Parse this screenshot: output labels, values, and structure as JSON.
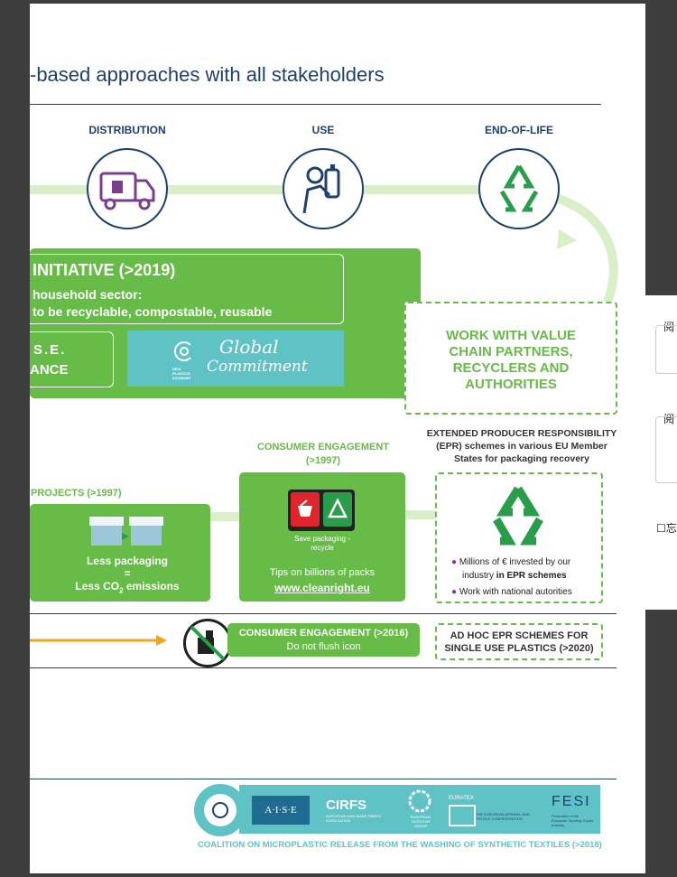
{
  "headline": "-based approaches with all stakeholders",
  "stages": {
    "distribution": "DISTRIBUTION",
    "use": "USE",
    "end_of_life": "END-OF-LIFE"
  },
  "initiative": {
    "title": "INITIATIVE (>2019)",
    "line1": "household sector:",
    "line2": "to be recyclable, compostable, reusable",
    "aise_line1": "S.E.",
    "aise_line2": "ANCE",
    "global_logo_small": "NEW PLASTICS ECONOMY",
    "global_line1": "Global",
    "global_line2": "Commitment"
  },
  "value_chain": [
    "WORK WITH VALUE",
    "CHAIN PARTNERS,",
    "RECYCLERS AND",
    "AUTHORITIES"
  ],
  "epr": {
    "title_lines": [
      "EXTENDED PRODUCER RESPONSIBILITY",
      "(EPR) schemes in various EU Member",
      "States for packaging recovery"
    ],
    "bullet1a": "Millions of € invested by our",
    "bullet1b_plain": "industry ",
    "bullet1b_bold": "in EPR schemes",
    "bullet2": "Work with national autorities"
  },
  "consumer1": {
    "title1": "CONSUMER ENGAGEMENT",
    "title2": "(>1997)",
    "icon_caption1": "Save packaging -",
    "icon_caption2": "recycle",
    "tips": "Tips on billions of packs",
    "link": "www.cleanright.eu"
  },
  "projects": {
    "title": "PROJECTS (>1997)",
    "less1": "Less packaging",
    "eq": "=",
    "less2_pre": "Less CO",
    "less2_sub": "2",
    "less2_post": " emissions"
  },
  "consumer2": {
    "title": "CONSUMER ENGAGEMENT (>2016)",
    "sub": "Do not flush icon"
  },
  "adhoc": [
    "AD HOC EPR SCHEMES FOR",
    "SINGLE USE PLASTICS (>2020)"
  ],
  "logos": {
    "aise": "A·I·S·E",
    "cirfs": "CIRFS",
    "cirfs_sub": "EUROPEAN MAN-MADE FIBRES ASSOCIATION",
    "eog": "EUROPEAN OUTDOOR GROUP",
    "euratex": "EURATEX",
    "euratex_sub": "THE EUROPEAN APPAREL AND TEXTILE CONFEDERATION",
    "fesi": "FESI",
    "fesi_sub": "Federation of the European Sporting Goods Industry"
  },
  "coalition": "COALITION ON MICROPLASTIC RELEASE FROM THE WASHING OF SYNTHETIC TEXTILES (>2018)",
  "side_panel": {
    "label1": "阅",
    "label2": "阅",
    "label3": "☐忘"
  },
  "colors": {
    "navy": "#1f3f6e",
    "green": "#67bb47",
    "light_green": "#d8efc8",
    "teal": "#5fc3c6",
    "orange": "#f2a516"
  }
}
